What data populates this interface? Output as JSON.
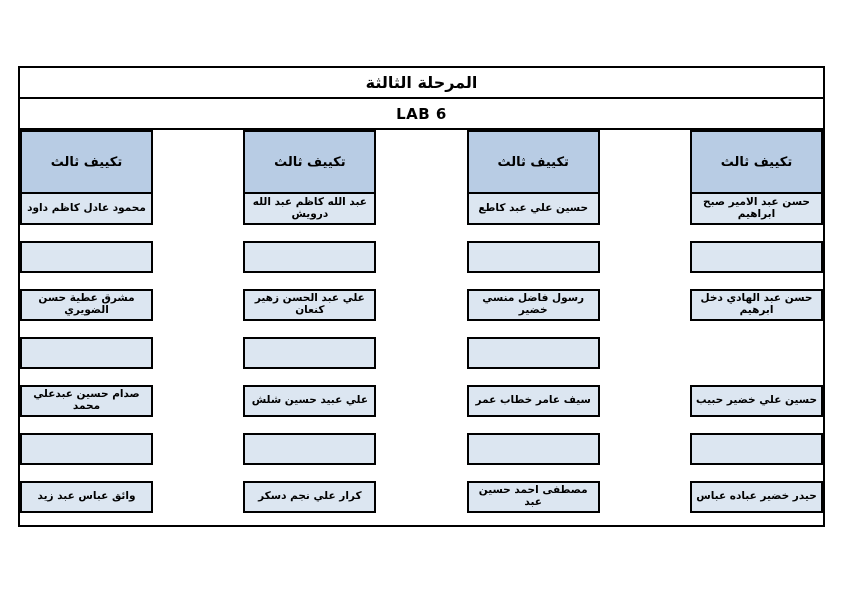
{
  "header": {
    "title": "المرحلة الثالثة",
    "lab": "LAB 6"
  },
  "colors": {
    "page_bg": "#ffffff",
    "header_fill": "#b8cce4",
    "cell_fill": "#dce6f1",
    "border": "#000000"
  },
  "columns": [
    {
      "header": "تكييف ثالث",
      "rows": [
        {
          "type": "name",
          "text": "حسن عبد الامير صبح ابراهيم"
        },
        {
          "type": "empty",
          "text": ""
        },
        {
          "type": "name",
          "text": "حسن عبد الهادي دخل ابرهيم"
        },
        {
          "type": "none",
          "text": ""
        },
        {
          "type": "name",
          "text": "حسين علي خضير حبيب"
        },
        {
          "type": "empty",
          "text": ""
        },
        {
          "type": "name",
          "text": "حيدر خضير عباده عباس"
        }
      ]
    },
    {
      "header": "تكييف ثالث",
      "rows": [
        {
          "type": "name",
          "text": "حسين علي عبد كاطع"
        },
        {
          "type": "empty",
          "text": ""
        },
        {
          "type": "name",
          "text": "رسول فاضل منسي خضير"
        },
        {
          "type": "empty",
          "text": ""
        },
        {
          "type": "name",
          "text": "سيف عامر خطاب عمر"
        },
        {
          "type": "empty",
          "text": ""
        },
        {
          "type": "name",
          "text": "مصطفى احمد حسين عبد"
        }
      ]
    },
    {
      "header": "تكييف ثالث",
      "rows": [
        {
          "type": "name",
          "text": "عبد الله كاظم عبد الله درويش"
        },
        {
          "type": "empty",
          "text": ""
        },
        {
          "type": "name",
          "text": "علي عبد الحسن زهير كنعان"
        },
        {
          "type": "empty",
          "text": ""
        },
        {
          "type": "name",
          "text": "علي عبيد حسين شلش"
        },
        {
          "type": "empty",
          "text": ""
        },
        {
          "type": "name",
          "text": "كرار علي نجم دسكر"
        }
      ]
    },
    {
      "header": "تكييف ثالث",
      "rows": [
        {
          "type": "name",
          "text": "محمود عادل كاظم داود"
        },
        {
          "type": "empty",
          "text": ""
        },
        {
          "type": "name",
          "text": "مشرق عطية حسن الضويري"
        },
        {
          "type": "empty",
          "text": ""
        },
        {
          "type": "name",
          "text": "صدام حسين عبدعلي محمد"
        },
        {
          "type": "empty",
          "text": ""
        },
        {
          "type": "name",
          "text": "وائق عباس عبد زيد"
        }
      ]
    }
  ]
}
